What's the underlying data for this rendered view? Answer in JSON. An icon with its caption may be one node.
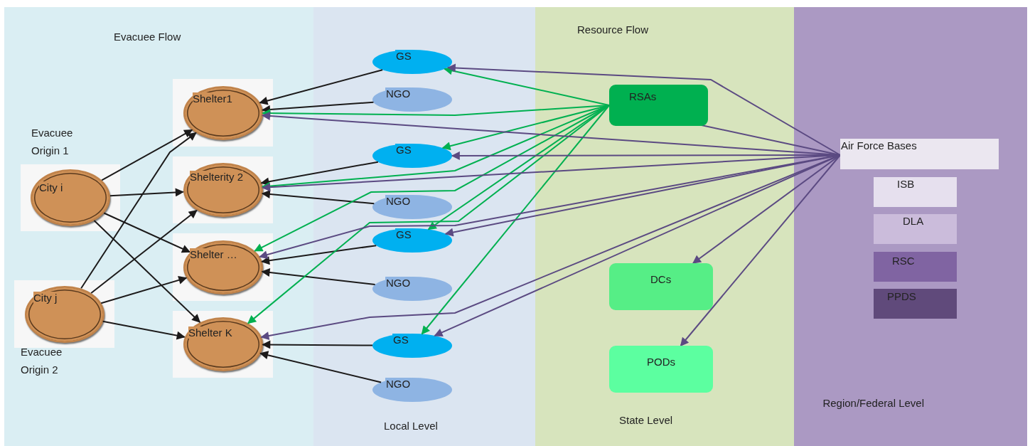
{
  "diagram": {
    "nodes": [
      {
        "text": [
          "Evacuee Flow"
        ]
      },
      {
        "text": [
          "City i"
        ],
        "in": 0,
        "beside": [
          "Evacuee Origin 1"
        ]
      },
      {
        "text": [
          "City j"
        ],
        "in": 0,
        "beside": [
          "Evacuee Origin 2"
        ]
      },
      {
        "text": [
          "Shelter1"
        ],
        "in": 0
      },
      {
        "text": [
          "Shelterity 2"
        ],
        "in": 0
      },
      {
        "text": [
          "Shelter …"
        ],
        "in": 0
      },
      {
        "text": [
          "Shelter K"
        ],
        "in": 0
      },
      {
        "text": [
          "Local Level"
        ]
      },
      {
        "text": [
          "GS"
        ],
        "in": 7
      },
      {
        "text": [
          "NGO"
        ],
        "in": 7
      },
      {
        "text": [
          "GS"
        ],
        "in": 7
      },
      {
        "text": [
          "NGO"
        ],
        "in": 7
      },
      {
        "text": [
          "GS"
        ],
        "in": 7
      },
      {
        "text": [
          "NGO"
        ],
        "in": 7
      },
      {
        "text": [
          "GS"
        ],
        "in": 7
      },
      {
        "text": [
          "NGO"
        ],
        "in": 7
      },
      {
        "text": [
          "Resource Flow",
          "State Level"
        ]
      },
      {
        "text": [
          "RSAs"
        ],
        "in": 16
      },
      {
        "text": [
          "DCs"
        ],
        "in": 16
      },
      {
        "text": [
          "PODs"
        ],
        "in": 16
      },
      {
        "text": [
          "Region/Federal Level"
        ]
      },
      {
        "text": [
          "Air Force Bases"
        ],
        "in": 20
      },
      {
        "text": [
          "ISB"
        ],
        "in": 20
      },
      {
        "text": [
          "DLA"
        ],
        "in": 20
      },
      {
        "text": [
          "RSC"
        ],
        "in": 20
      },
      {
        "text": [
          "PPDS"
        ],
        "in": 20
      }
    ],
    "edges": [
      {
        "from": 1,
        "to": 3,
        "arrow": "to"
      },
      {
        "from": 1,
        "to": 4,
        "arrow": "to"
      },
      {
        "from": 1,
        "to": 5,
        "arrow": "to"
      },
      {
        "from": 1,
        "to": 6,
        "arrow": "to"
      },
      {
        "from": 2,
        "to": 3,
        "arrow": "to"
      },
      {
        "from": 2,
        "to": 4,
        "arrow": "to"
      },
      {
        "from": 2,
        "to": 5,
        "arrow": "to"
      },
      {
        "from": 2,
        "to": 6,
        "arrow": "to"
      },
      {
        "from": 8,
        "to": 3,
        "arrow": "to"
      },
      {
        "from": 9,
        "to": 3,
        "arrow": "to"
      },
      {
        "from": 10,
        "to": 4,
        "arrow": "to"
      },
      {
        "from": 11,
        "to": 4,
        "arrow": "to"
      },
      {
        "from": 12,
        "to": 5,
        "arrow": "to"
      },
      {
        "from": 13,
        "to": 5,
        "arrow": "to"
      },
      {
        "from": 14,
        "to": 6,
        "arrow": "to"
      },
      {
        "from": 15,
        "to": 6,
        "arrow": "to"
      },
      {
        "from": 17,
        "to": 8,
        "arrow": "to",
        "color": "#00b050"
      },
      {
        "from": 17,
        "to": 3,
        "arrow": "to",
        "color": "#00b050"
      },
      {
        "from": 17,
        "to": 4,
        "arrow": "to",
        "color": "#00b050"
      },
      {
        "from": 17,
        "to": 10,
        "arrow": "to",
        "color": "#00b050"
      },
      {
        "from": 17,
        "to": 5,
        "arrow": "to",
        "color": "#00b050"
      },
      {
        "from": 17,
        "to": 12,
        "arrow": "to",
        "color": "#00b050"
      },
      {
        "from": 17,
        "to": 6,
        "arrow": "to",
        "color": "#00b050"
      },
      {
        "from": 17,
        "to": 14,
        "arrow": "to",
        "color": "#00b050"
      },
      {
        "from": 21,
        "to": 17,
        "arrow": "to",
        "color": "#5b4a82"
      },
      {
        "from": 21,
        "to": 8,
        "arrow": "to",
        "color": "#5b4a82"
      },
      {
        "from": 21,
        "to": 3,
        "arrow": "to",
        "color": "#5b4a82"
      },
      {
        "from": 21,
        "to": 10,
        "arrow": "to",
        "color": "#5b4a82"
      },
      {
        "from": 21,
        "to": 4,
        "arrow": "to",
        "color": "#5b4a82"
      },
      {
        "from": 21,
        "to": 5,
        "arrow": "to",
        "color": "#5b4a82"
      },
      {
        "from": 21,
        "to": 12,
        "arrow": "to",
        "color": "#5b4a82"
      },
      {
        "from": 21,
        "to": 6,
        "arrow": "to",
        "color": "#5b4a82"
      },
      {
        "from": 21,
        "to": 14,
        "arrow": "to",
        "color": "#5b4a82"
      },
      {
        "from": 21,
        "to": 18,
        "arrow": "to",
        "color": "#5b4a82"
      },
      {
        "from": 21,
        "to": 19,
        "arrow": "to",
        "color": "#5b4a82"
      }
    ]
  }
}
